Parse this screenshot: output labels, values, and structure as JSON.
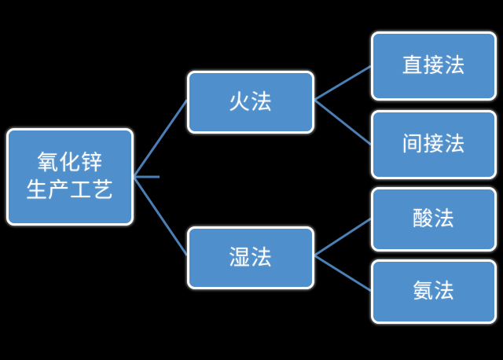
{
  "diagram": {
    "type": "tree",
    "title": "氧化锌生产工艺",
    "orientation": "left-to-right",
    "background_color": "#000000",
    "node_fill_color": "#4f8fcc",
    "node_border_color": "#ffffff",
    "connector_color": "#4a7fb5",
    "text_color": "#ffffff",
    "root": {
      "id": "root",
      "line1": "氧化锌",
      "line2": "生产工艺"
    },
    "branches": [
      {
        "id": "branch-pyro",
        "label": "火法",
        "children": [
          {
            "id": "leaf-direct",
            "label": "直接法"
          },
          {
            "id": "leaf-indirect",
            "label": "间接法"
          }
        ]
      },
      {
        "id": "branch-hydro",
        "label": "湿法",
        "children": [
          {
            "id": "leaf-acid",
            "label": "酸法"
          },
          {
            "id": "leaf-ammonia",
            "label": "氨法"
          }
        ]
      }
    ]
  }
}
